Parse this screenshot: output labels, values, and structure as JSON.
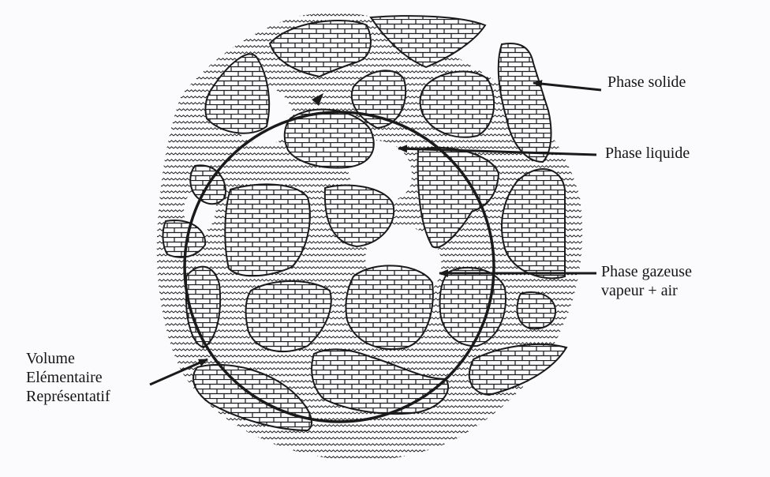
{
  "labels": {
    "solid": "Phase solide",
    "liquid": "Phase liquide",
    "gas": [
      "Phase gazeuse",
      "vapeur + air"
    ],
    "rev": [
      "Volume",
      "Elémentaire",
      "Représentatif"
    ]
  },
  "colors": {
    "ink": "#1a1a1a",
    "paper": "#fbfbfd"
  }
}
